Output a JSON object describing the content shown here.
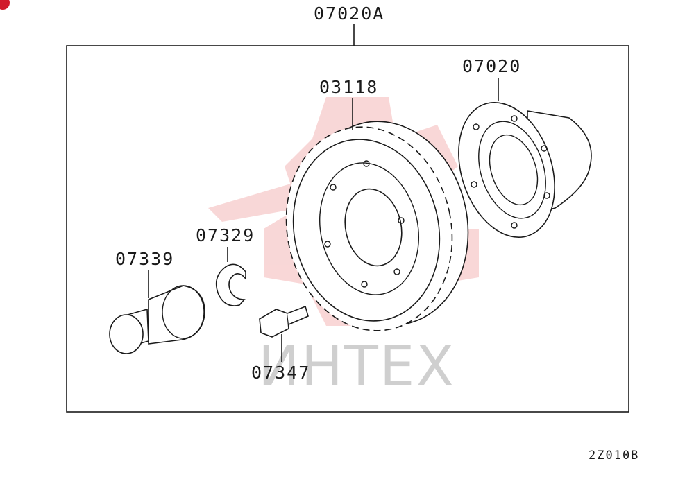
{
  "diagram": {
    "assembly_label": "07020A",
    "parts": {
      "differential_case": "07020",
      "ring_gear": "03118",
      "shaft": "07339",
      "snap_ring": "07329",
      "bolt": "07347"
    },
    "drawing_code": "2Z010B",
    "watermark_text": "ИНТЕХ",
    "watermark_color": "#f4b7b7"
  }
}
